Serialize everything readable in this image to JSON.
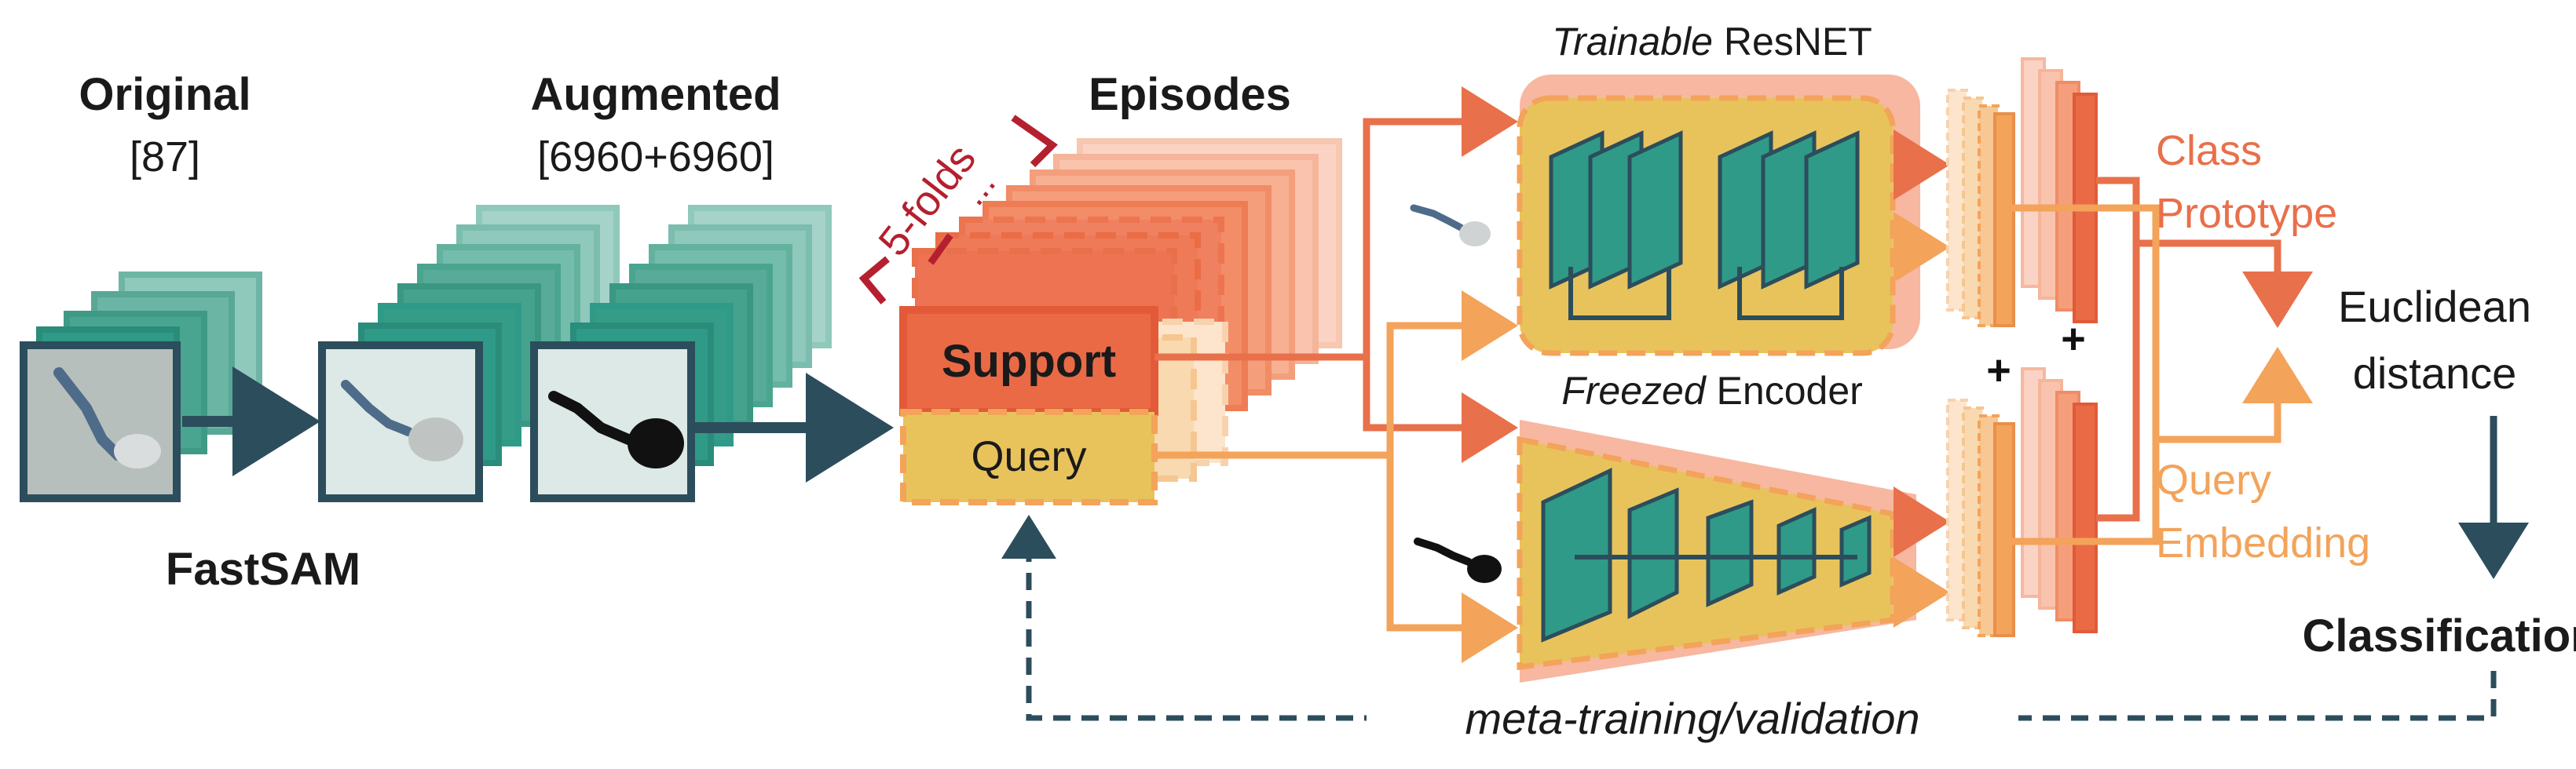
{
  "labels": {
    "original_title": "Original",
    "original_count": "[87]",
    "augmented_title": "Augmented",
    "augmented_count": "[6960+6960]",
    "fastsam": "FastSAM",
    "episodes": "Episodes",
    "folds": "5-folds",
    "ellipsis": "...",
    "support": "Support",
    "query": "Query",
    "trainable_italic": "Trainable",
    "trainable_rest": "ResNET",
    "freezed_italic": "Freezed",
    "freezed_rest": "Encoder",
    "class_line1": "Class",
    "class_line2": "Prototype",
    "query_line1": "Query",
    "query_line2": "Embedding",
    "euclid_line1": "Euclidean",
    "euclid_line2": "distance",
    "classification": "Classification",
    "meta": "meta-training/validation",
    "plus": "+"
  },
  "colors": {
    "teal": "#2f9a87",
    "teal_light": "#8fc9bc",
    "teal_dark": "#2c4d5c",
    "slate": "#2c4d5c",
    "orange_red": "#e8704a",
    "orange_light": "#f3a35a",
    "salmon": "#f7b7a0",
    "yellow": "#e8c35c",
    "peach": "#fbe0c4",
    "label_red": "#e8704a",
    "label_orange": "#f3a35a",
    "fold_red": "#b5202e"
  }
}
